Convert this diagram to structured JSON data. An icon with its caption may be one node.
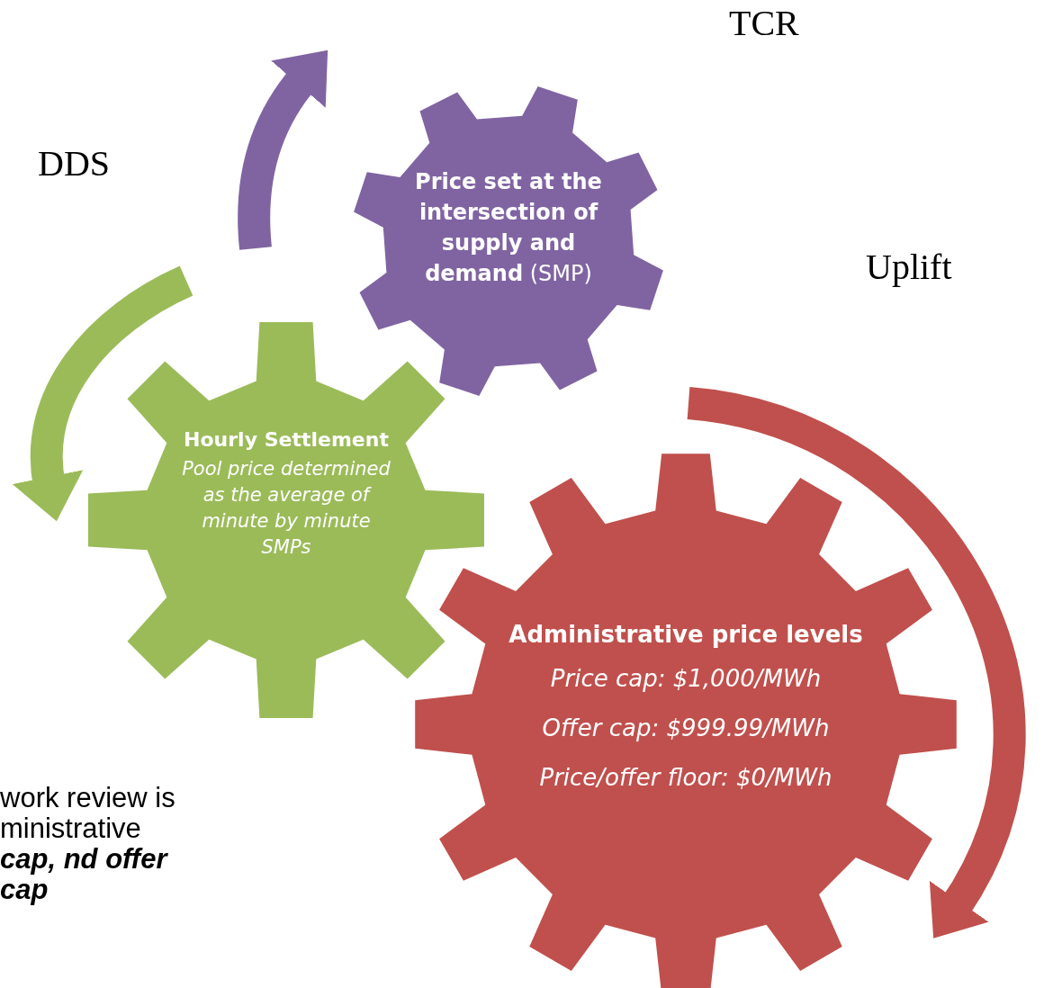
{
  "diagram": {
    "nodes": [
      {
        "text": [
          "**Price set at the intersection of supply and demand** (SMP)"
        ]
      },
      {
        "text": [
          "Hourly Settlement",
          "Pool price determined as the average of minute by minute SMPs"
        ]
      },
      {
        "text": [
          "Administrative price levels",
          "Price cap: $1,000/MWh",
          "Offer cap: $999.99/MWh",
          "Price/offer floor: $0/MWh"
        ]
      }
    ],
    "edges": [],
    "labels": [
      "TCR",
      "DDS",
      "Uplift",
      "work review is ministrative **cap, nd offer cap**"
    ]
  }
}
